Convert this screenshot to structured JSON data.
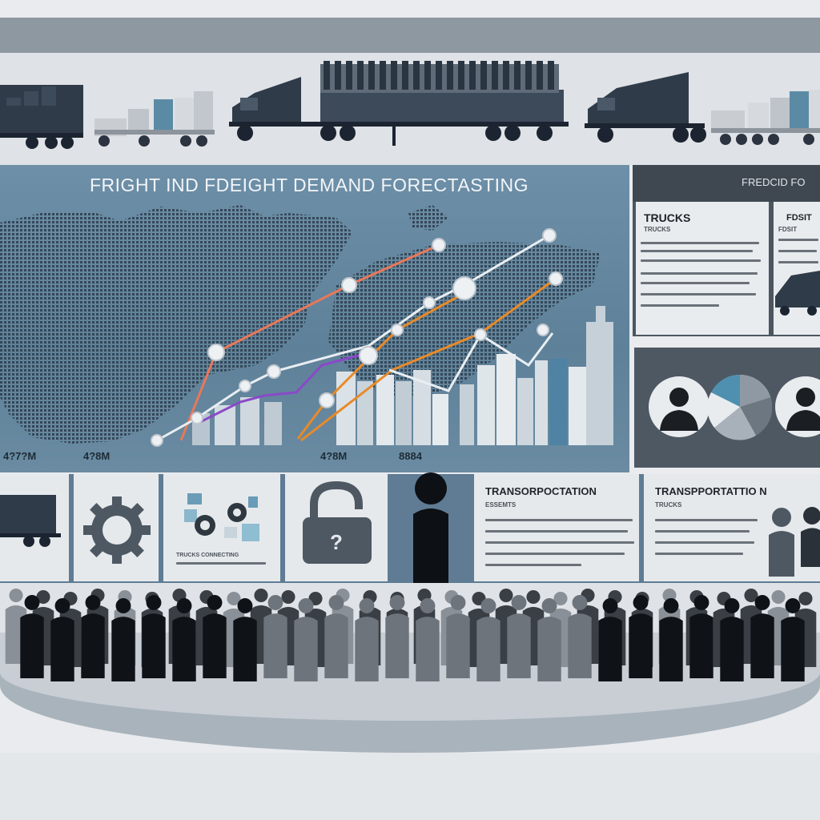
{
  "main": {
    "title": "FRIGHT IND FDEIGHT DEMAND FORECTASTING",
    "axis_labels": [
      "4?7?M",
      "4?8M",
      "4?8M",
      "8884"
    ]
  },
  "right_panel": {
    "header": "FREDCID FO",
    "card1_title": "TRUCKS",
    "card1_sub": "TRUCKS",
    "card2_title": "FDSIT",
    "card2_sub": "FDSIT"
  },
  "bottom": {
    "caption": "TRUCKS CONNECTING",
    "card1_title": "TRANSORPOCTATION",
    "card1_sub": "ESSEMTS",
    "card2_title": "TRANSPPORTATTIO N",
    "card2_sub": "TRUCKS"
  },
  "colors": {
    "panel_blue": "#5e8199",
    "truck_dark": "#2f3b49",
    "line_orange_red": "#e8785a",
    "line_purple": "#8a49c8",
    "line_orange": "#e88a28",
    "line_white": "#e9eef2",
    "accent_teal": "#4f8fb0"
  },
  "icons": [
    "truck-icon",
    "gear-icon",
    "lock-icon",
    "person-icon",
    "pie-chart-icon"
  ]
}
